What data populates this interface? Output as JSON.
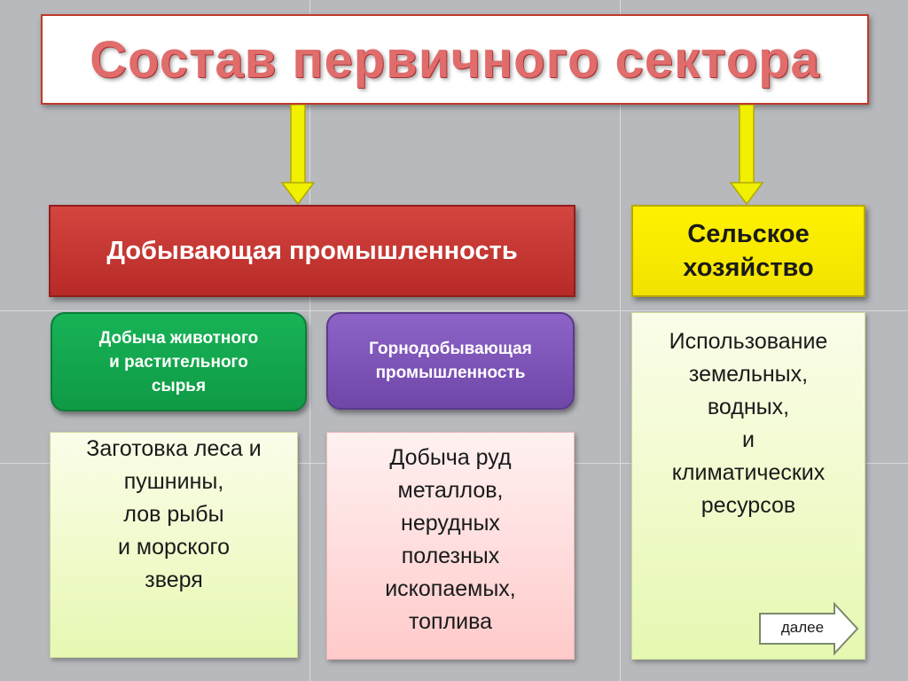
{
  "title": "Состав первичного сектора",
  "branches": {
    "mining": {
      "header": "Добывающая промышленность",
      "sub_green": "Добыча животного\nи растительного\nсырья",
      "sub_purple": "Горнодобывающая\nпромышленность",
      "content_green": "Заготовка леса и\nпушнины,\nлов рыбы\nи морского\nзверя",
      "content_pink": "Добыча руд\nметаллов,\nнерудных\nполезных\nископаемых,\nтоплива"
    },
    "agriculture": {
      "header": "Сельское\nхозяйство",
      "content": "Использование\nземельных,\nводных,\nи\nклиматических\nресурсов"
    }
  },
  "nav": {
    "next_label": "далее"
  },
  "colors": {
    "title_text": "#e06c6c",
    "mining_header": "#c9352f",
    "agri_header": "#fff200",
    "green_pill": "#14a94f",
    "purple_pill": "#7e55b8",
    "arrow_yellow": "#f0f000"
  },
  "icons": {
    "arrows": "down-arrow-icon",
    "next": "right-arrow-icon"
  }
}
